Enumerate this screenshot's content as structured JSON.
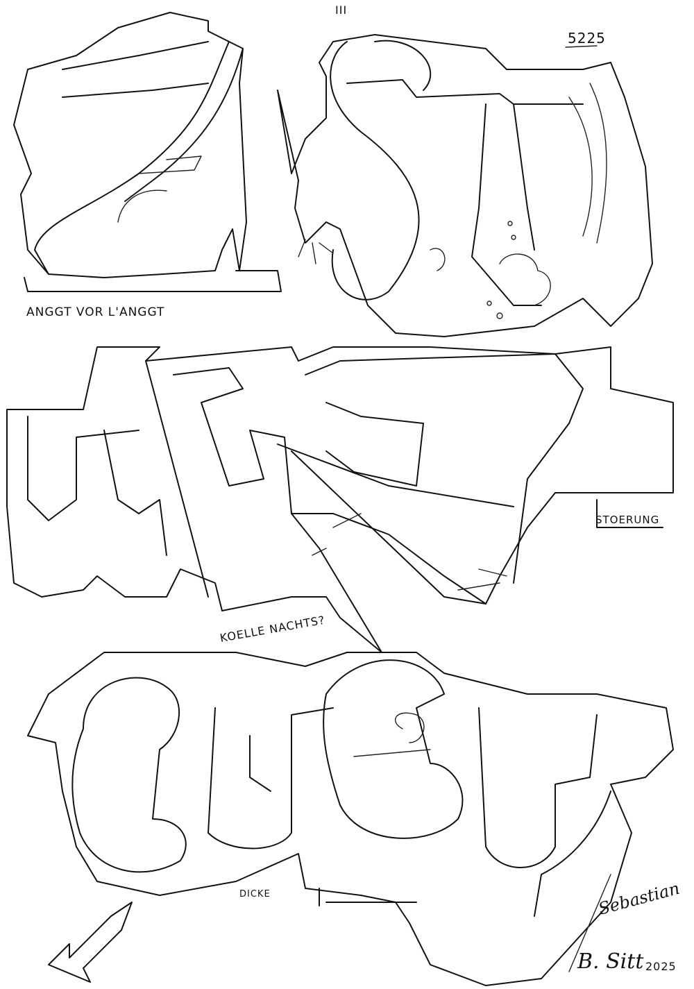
{
  "drawing": {
    "roman_numeral": "III",
    "code_top_right": "5225",
    "caption_top_left": "ANGGT VOR L'ANGGT",
    "caption_middle_right": "STOERUNG",
    "caption_middle": "KOELLE NACHTS?",
    "caption_bottom": "DICKE",
    "signature_name": "Sebastian",
    "signature_initials": "B. Sitt",
    "signature_year": "2025",
    "ink_color": "#111111",
    "paper_color": "#ffffff"
  }
}
